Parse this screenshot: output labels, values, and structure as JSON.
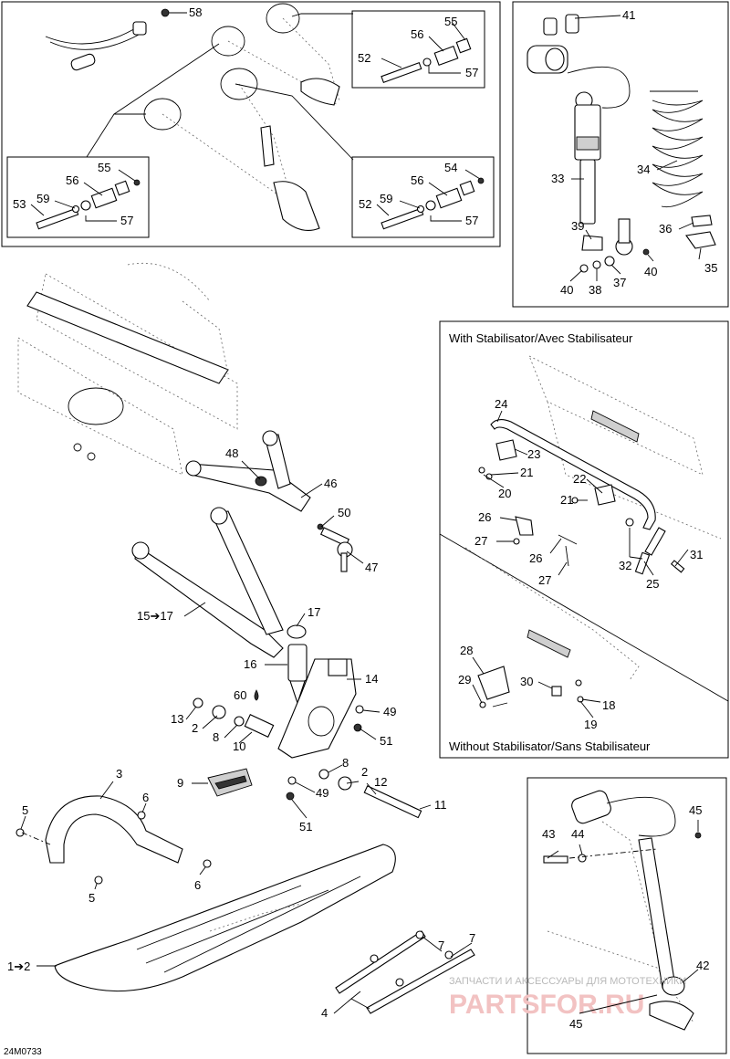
{
  "diagram": {
    "image_code": "24M0733",
    "captions": {
      "with_stabilizer": "With Stabilisator/Avec Stabilisateur",
      "without_stabilizer": "Without Stabilisator/Sans Stabilisateur"
    },
    "watermark": {
      "line1": "ЗАПЧАСТИ И АКСЕССУАРЫ ДЛЯ МОТОТЕХНИКИ",
      "brand": "PARTSFOR.RU"
    },
    "callouts": {
      "c58": "58",
      "c55a": "55",
      "c56a": "56",
      "c52a": "52",
      "c57a": "57",
      "c55b": "55",
      "c56b": "56",
      "c53": "53",
      "c59a": "59",
      "c57b": "57",
      "c54": "54",
      "c56c": "56",
      "c52b": "52",
      "c59b": "59",
      "c57c": "57",
      "c41": "41",
      "c33": "33",
      "c34": "34",
      "c39": "39",
      "c36": "36",
      "c35": "35",
      "c40a": "40",
      "c40b": "40",
      "c38": "38",
      "c37": "37",
      "c24": "24",
      "c23": "23",
      "c21a": "21",
      "c20": "20",
      "c22": "22",
      "c21b": "21",
      "c26a": "26",
      "c27a": "27",
      "c26b": "26",
      "c27b": "27",
      "c32": "32",
      "c31": "31",
      "c25": "25",
      "c28": "28",
      "c29": "29",
      "c30": "30",
      "c18": "18",
      "c19": "19",
      "c48": "48",
      "c46": "46",
      "c50": "50",
      "c47": "47",
      "c15": "15➔17",
      "c17": "17",
      "c16": "16",
      "c14": "14",
      "c60": "60",
      "c13": "13",
      "c2a": "2",
      "c8a": "8",
      "c10": "10",
      "c49a": "49",
      "c51a": "51",
      "c8b": "8",
      "c2b": "2",
      "c12": "12",
      "c49b": "49",
      "c51b": "51",
      "c11": "11",
      "c9": "9",
      "c3": "3",
      "c5a": "5",
      "c6a": "6",
      "c6b": "6",
      "c5b": "5",
      "c1": "1➔2",
      "c7a": "7",
      "c7b": "7",
      "c4": "4",
      "c45a": "45",
      "c43": "43",
      "c44": "44",
      "c42": "42",
      "c45b": "45"
    }
  }
}
